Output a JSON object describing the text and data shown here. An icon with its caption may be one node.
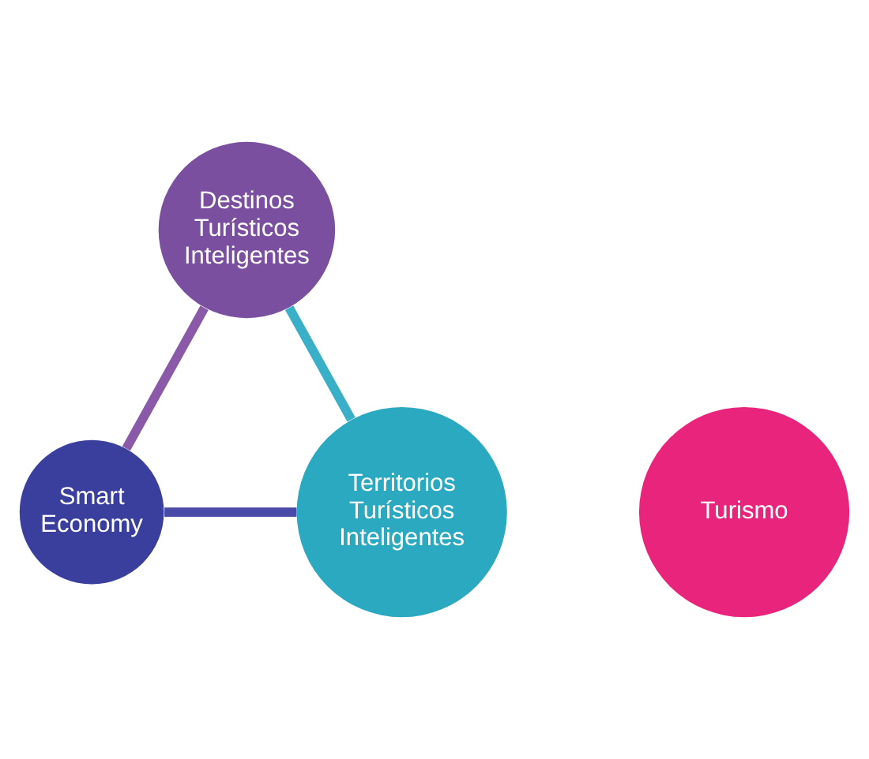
{
  "diagram": {
    "nodes": [
      {
        "text": [
          "Destinos Turísticos Inteligentes"
        ]
      },
      {
        "text": [
          "Turismo"
        ]
      },
      {
        "text": [
          "Territorios Turísticos Inteligentes"
        ]
      },
      {
        "text": [
          "Smart Economy"
        ]
      }
    ],
    "edges": [
      {
        "from": 0,
        "to": 3,
        "arrow": "none",
        "color": "#8a5aa8"
      },
      {
        "from": 3,
        "to": 2,
        "arrow": "none",
        "color": "#4a4aa8"
      },
      {
        "from": 2,
        "to": 0,
        "arrow": "none",
        "color": "#3ab0c8"
      }
    ]
  }
}
